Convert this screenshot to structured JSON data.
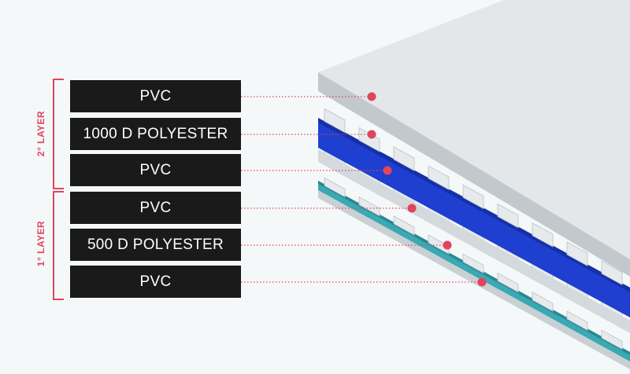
{
  "groups": [
    {
      "title": "2° LAYER",
      "labels": [
        "PVC",
        "1000 D POLYESTER",
        "PVC"
      ]
    },
    {
      "title": "1° LAYER",
      "labels": [
        "PVC",
        "500 D POLYESTER",
        "PVC"
      ]
    }
  ],
  "colors": {
    "label_bg": "#1a1a1a",
    "label_text": "#ffffff",
    "accent": "#e0455e",
    "pvc_top": "#e3e7ea",
    "pvc_side": "#c2c8cc",
    "polyester_1000": "#1f3fd0",
    "polyester_1000_dark": "#1530a8",
    "polyester_500": "#3aa9b3",
    "polyester_500_dark": "#2a8891",
    "background_tint": "#f5f8f9"
  }
}
